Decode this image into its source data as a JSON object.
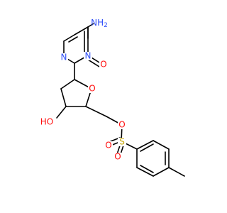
{
  "molecule": {
    "atoms": {
      "amino": {
        "text": "NH",
        "subscript": "2",
        "color": "#3050f8"
      },
      "ring_n3": {
        "text": "N",
        "color": "#3050f8"
      },
      "ring_n1": {
        "text": "N",
        "color": "#3050f8"
      },
      "carbonyl_o": {
        "text": "O",
        "color": "#ff0d0d"
      },
      "ring_o": {
        "text": "O",
        "color": "#ff0d0d"
      },
      "hydroxyl": {
        "text": "HO",
        "color": "#ff0d0d"
      },
      "ester_o": {
        "text": "O",
        "color": "#ff0d0d"
      },
      "sulfur": {
        "text": "S",
        "color": "#c8a600"
      },
      "sulfonyl_o1": {
        "text": "O",
        "color": "#ff0d0d"
      },
      "sulfonyl_o2": {
        "text": "O",
        "color": "#ff0d0d"
      }
    }
  }
}
